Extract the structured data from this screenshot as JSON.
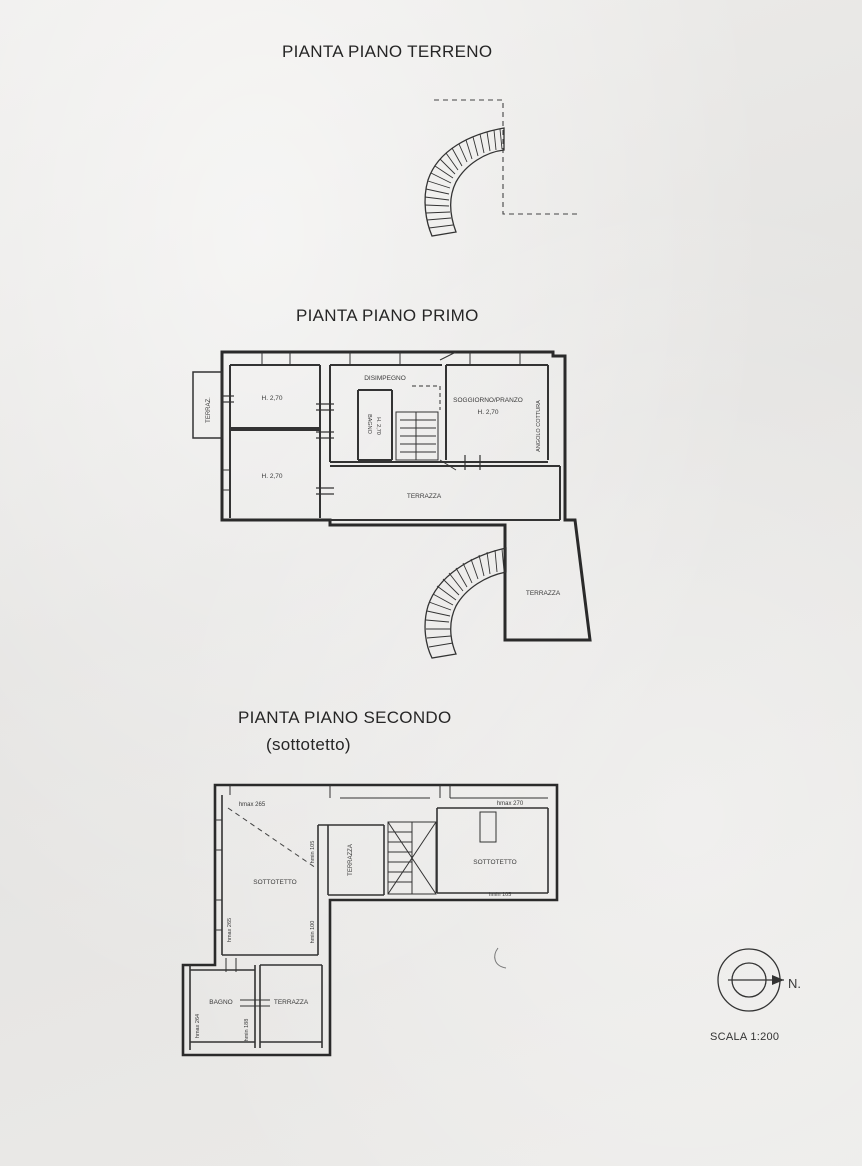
{
  "titles": {
    "ground": "PIANTA PIANO TERRENO",
    "first": "PIANTA PIANO PRIMO",
    "second": "PIANTA PIANO SECONDO",
    "second_sub": "(sottotetto)"
  },
  "first_floor": {
    "terraz_side": "TERRAZ.",
    "room_a_height": "H. 2,70",
    "room_b_height": "H. 2,70",
    "disimpegno": "DISIMPEGNO",
    "bagno": "BAGNO",
    "bagno_height": "H. 2,70",
    "soggiorno": "SOGGIORNO/PRANZO",
    "soggiorno_height": "H. 2,70",
    "angolo_cottura": "ANGOLO COTTURA",
    "terrazza_main": "TERRAZZA",
    "terrazza_lower": "TERRAZZA"
  },
  "second_floor": {
    "hmax_left": "hmax 265",
    "hmax_right": "hmax 270",
    "hmin_105_a": "hmin 105",
    "hmin_105_b": "hmin 105",
    "hmin_100": "hmin 100",
    "hmax_265_side": "hmax 265",
    "sottotetto_left": "SOTTOTETTO",
    "sottotetto_right": "SOTTOTETTO",
    "terrazza_mid": "TERRAZZA",
    "bagno": "BAGNO",
    "terrazza_small": "TERRAZZA",
    "hmax_264": "hmax 264",
    "hmin_188": "hmin 188"
  },
  "compass": {
    "north": "N."
  },
  "scale": "SCALA 1:200"
}
